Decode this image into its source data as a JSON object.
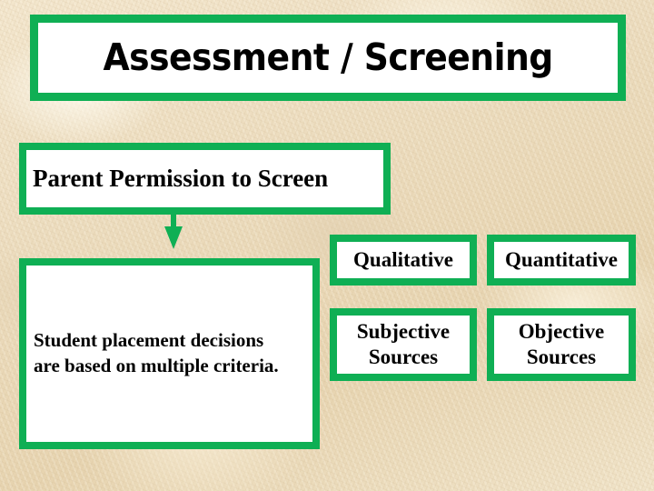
{
  "slide": {
    "title": "Assessment / Screening",
    "background_color": "#ead9bb",
    "accent_color": "#0faf54",
    "text_color": "#000000",
    "box_fill_color": "#ffffff"
  },
  "flow": {
    "permission_box": {
      "label": "Parent Permission to Screen"
    },
    "arrow": {
      "icon": "down-arrow-icon",
      "color": "#0faf54"
    },
    "criteria_box": {
      "line1": "Student placement decisions",
      "line2": "are based on multiple criteria."
    }
  },
  "sources": {
    "columns": [
      {
        "heading": "Qualitative",
        "detail_line1": "Subjective",
        "detail_line2": "Sources"
      },
      {
        "heading": "Quantitative",
        "detail_line1": "Objective",
        "detail_line2": "Sources"
      }
    ]
  }
}
